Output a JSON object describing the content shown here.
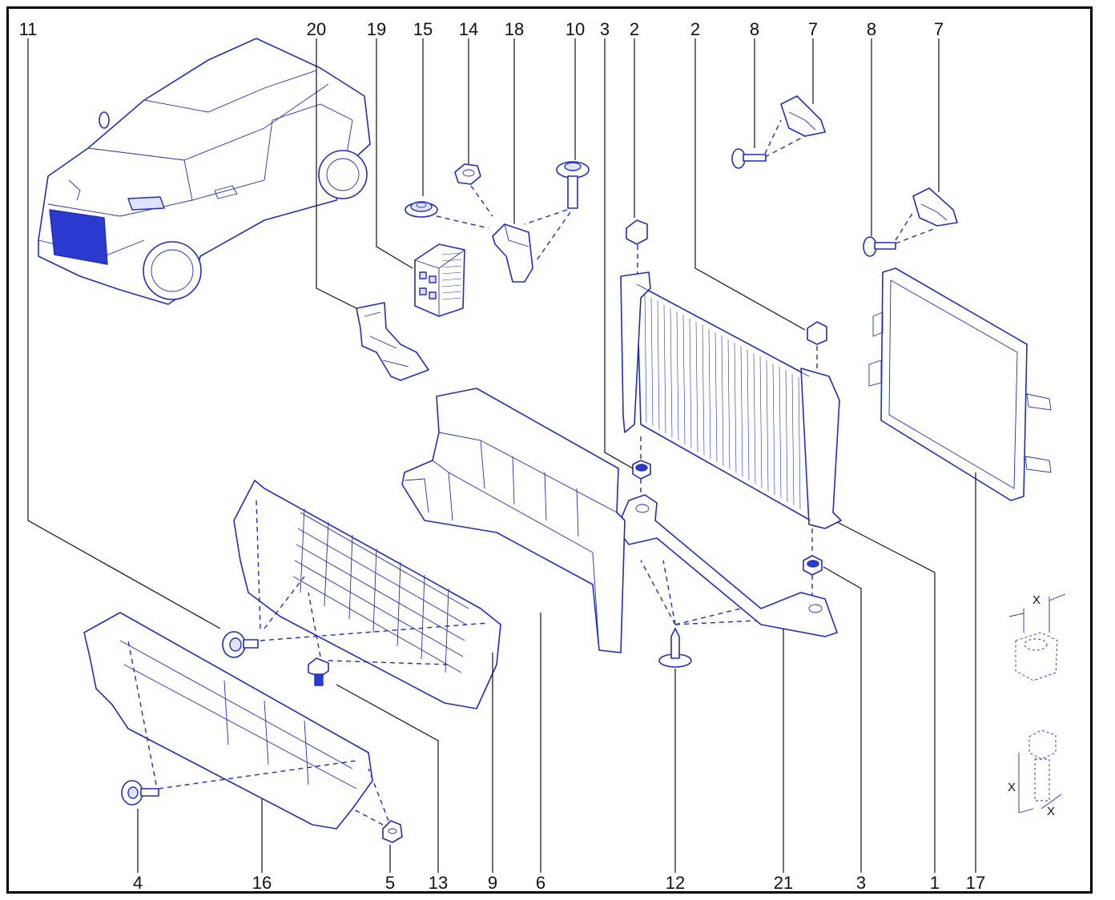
{
  "diagram": {
    "labels_top": [
      "11",
      "20",
      "19",
      "15",
      "14",
      "18",
      "10",
      "3",
      "2",
      "2",
      "8",
      "7",
      "8",
      "7"
    ],
    "labels_bottom": [
      "4",
      "16",
      "5",
      "13",
      "9",
      "6",
      "12",
      "21",
      "3",
      "1",
      "17"
    ],
    "dimension_marks": [
      "X",
      "X",
      "X"
    ],
    "line_color": "#1f2fb8"
  }
}
